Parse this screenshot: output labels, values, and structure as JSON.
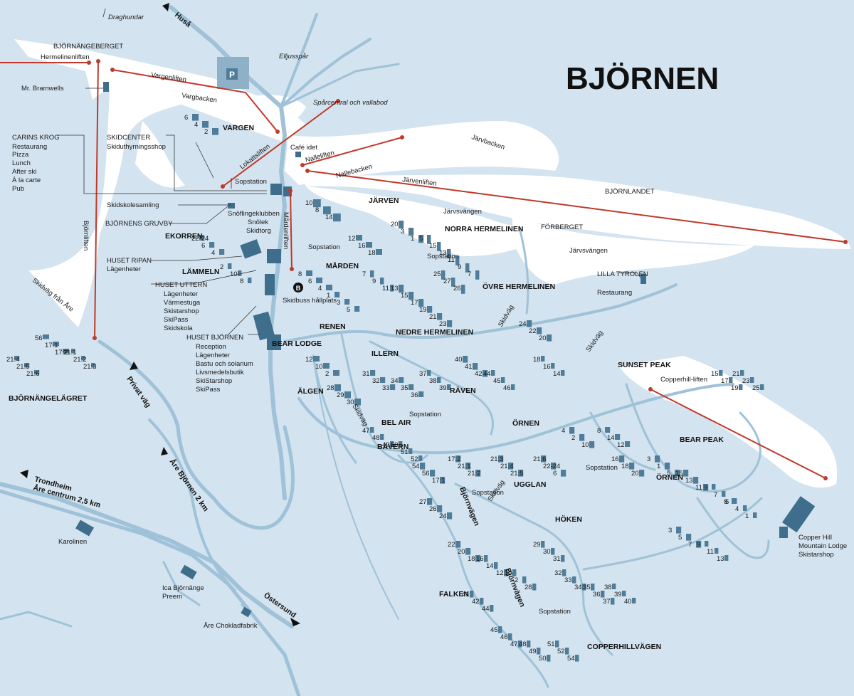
{
  "map": {
    "title": "BJÖRNEN",
    "colors": {
      "background": "#d3e3ef",
      "road": "#9fc2d8",
      "lift": "#c0392b",
      "building": "#4f7d99",
      "piste": "#ffffff"
    },
    "lifts": [
      {
        "name": "Hermelinenliften",
        "label": "Hermelinenliften"
      },
      {
        "name": "Vargenliften",
        "label": "Vargenliften"
      },
      {
        "name": "Lokattsliften",
        "label": "Lokattsliften"
      },
      {
        "name": "Nalleliften",
        "label": "Nalleliften"
      },
      {
        "name": "Järvenliften",
        "label": "Järvenliften"
      },
      {
        "name": "Björnliften",
        "label": "Björnliften"
      },
      {
        "name": "Mårdenliften",
        "label": "Mårdenliften"
      },
      {
        "name": "Copperhill-liften",
        "label": "Copperhill-liften"
      }
    ],
    "pistes": [
      {
        "label": "Vargbacken"
      },
      {
        "label": "Nallebacken"
      },
      {
        "label": "Järvbacken"
      },
      {
        "label": "Järvsvängen"
      },
      {
        "label": "Järvsvängen"
      },
      {
        "label": "Skidväg"
      },
      {
        "label": "Skidväg"
      },
      {
        "label": "Skidväg"
      },
      {
        "label": "Skidväg"
      },
      {
        "label": "Skidväg från Åre"
      }
    ],
    "places": [
      {
        "label": "BJÖRNÄNGEBERGET"
      },
      {
        "label": "BJÖRNLANDET"
      },
      {
        "label": "FÖRBERGET"
      },
      {
        "label": "Draghundar"
      },
      {
        "label": "Elljusspår"
      },
      {
        "label": "Spårcentral och vallabod"
      },
      {
        "label": "Café idet"
      },
      {
        "label": "Mr. Bramwells"
      },
      {
        "label": "Sopstation"
      },
      {
        "label": "Sopstation"
      },
      {
        "label": "Sopstation"
      },
      {
        "label": "Sopstation"
      },
      {
        "label": "Sopstation"
      },
      {
        "label": "Sopstation"
      },
      {
        "label": "Sopstation"
      },
      {
        "label": "Karolinen"
      },
      {
        "label": "Åre Chokladfabrik"
      },
      {
        "label": "Skidbuss hållplats"
      }
    ],
    "areas": [
      "VARGEN",
      "JÄRVEN",
      "NORRA HERMELINEN",
      "EKORREN",
      "LÄMMELN",
      "MÅRDEN",
      "RENEN",
      "ÖVRE HERMELINEN",
      "NEDRE HERMELINEN",
      "ILLERN",
      "RÄVEN",
      "BEL AIR",
      "ÄLGEN",
      "BÄVERN",
      "BEAR LODGE",
      "BJÖRNÄNGELÄGRET",
      "SUNSET PEAK",
      "BEAR PEAK",
      "ÖRNEN",
      "ÖRNEN",
      "UGGLAN",
      "HÖKEN",
      "FALKEN",
      "COPPERHILLVÄGEN"
    ],
    "services": {
      "carins_krog": {
        "title": "CARINS KROG",
        "lines": [
          "Restaurang",
          "Pizza",
          "Lunch",
          "After ski",
          "À la carte",
          "Pub"
        ]
      },
      "skidcenter": {
        "title": "SKIDCENTER",
        "lines": [
          "Skiduthyrningsshop"
        ]
      },
      "skidskolesamling": {
        "title": "Skidskolesamling"
      },
      "gruvby": {
        "title": "BJÖRNENS GRUVBY",
        "lines": [
          "Snöflingeklubben",
          "Snölek",
          "Skidtorg"
        ]
      },
      "huset_ripan": {
        "title": "HUSET RIPAN",
        "lines": [
          "Lägenheter"
        ]
      },
      "huset_uttern": {
        "title": "HUSET UTTERN",
        "lines": [
          "Lägenheter",
          "Värmestuga",
          "Skistarshop",
          "SkiPass",
          "Skidskola"
        ]
      },
      "huset_bjornen": {
        "title": "HUSET BJÖRNEN",
        "lines": [
          "Reception",
          "Lägenheter",
          "Bastu och solarium",
          "Livsmedelsbutik",
          "SkiStarshop",
          "SkiPass"
        ]
      },
      "lilla_tyrolen": {
        "title": "LILLA TYROLEN",
        "lines": [
          "Restaurang"
        ]
      },
      "copper_hill": {
        "lines": [
          "Copper Hill",
          "Mountain Lodge",
          "Skistarshop"
        ]
      },
      "ica": {
        "lines": [
          "Ica Björnänge",
          "Preem"
        ]
      }
    },
    "roads": [
      {
        "label": "Huså"
      },
      {
        "label": "Privat väg"
      },
      {
        "label": "Åre Björnen 2 km"
      },
      {
        "label": "Trondheim"
      },
      {
        "label": "Åre centrum 2,5 km"
      },
      {
        "label": "Östersund"
      },
      {
        "label": "Björnvägen"
      },
      {
        "label": "Björnvägen"
      },
      {
        "label": "Copperhillvägen"
      }
    ],
    "parking_symbol": "P",
    "bus_symbol": "B",
    "house_numbers": [
      "6",
      "4",
      "2",
      "10",
      "8",
      "14",
      "12",
      "16",
      "18",
      "20",
      "3",
      "1",
      "5",
      "15",
      "13",
      "11",
      "9",
      "7",
      "8",
      "6",
      "4",
      "1",
      "3",
      "5",
      "7",
      "9",
      "11",
      "13",
      "15",
      "17",
      "19",
      "21",
      "23",
      "25",
      "27",
      "26",
      "24",
      "22",
      "20",
      "18",
      "16",
      "14",
      "12",
      "10",
      "2",
      "28",
      "29",
      "30",
      "31",
      "32",
      "33",
      "34",
      "35",
      "36",
      "37",
      "38",
      "39",
      "40",
      "41",
      "42",
      "44",
      "45",
      "46",
      "47",
      "48",
      "49",
      "50",
      "51",
      "52",
      "54",
      "56",
      "17:1",
      "17:2",
      "21:1",
      "21:2",
      "21:3",
      "21:4",
      "21:5",
      "21:6",
      "22-24"
    ]
  }
}
